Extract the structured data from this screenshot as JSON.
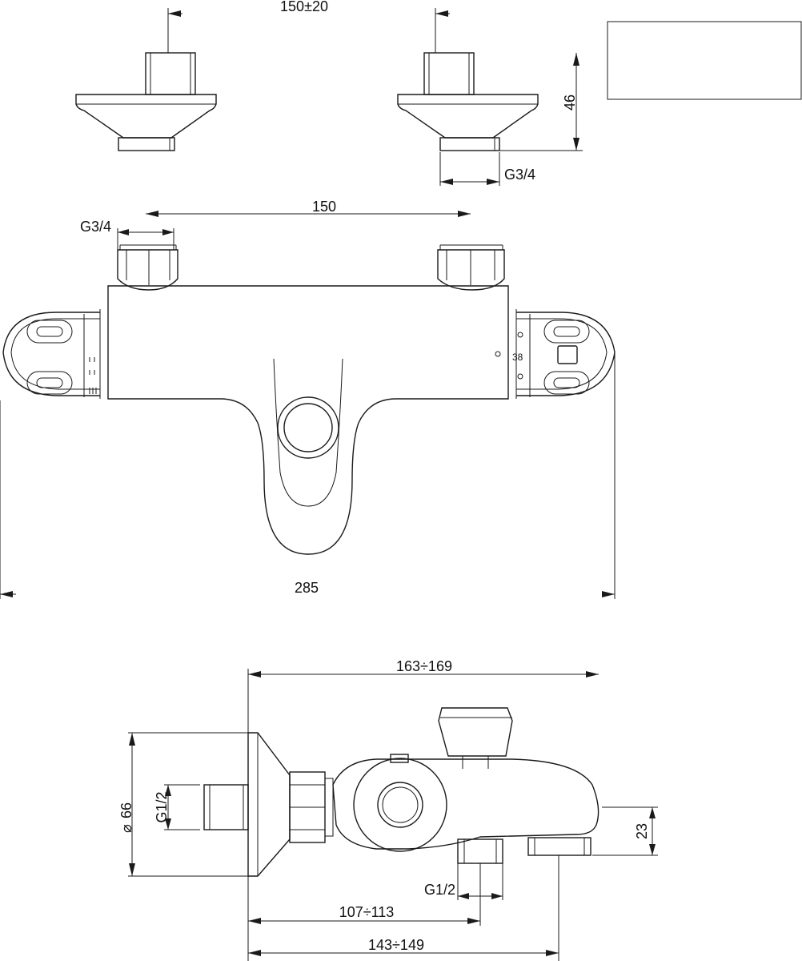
{
  "dimensions": {
    "top_spacing": "150±20",
    "top_height": "46",
    "top_thread": "G3/4",
    "front_spacing": "150",
    "front_thread": "G3/4",
    "front_width": "285",
    "temp_mark": "38",
    "side_total_reach": "163÷169",
    "side_diameter": "66",
    "side_diameter_symbol": "⌀",
    "side_inlet_thread": "G1/2",
    "side_spout_height": "23",
    "side_outlet_thread": "G1/2",
    "side_reach_outlet": "107÷113",
    "side_reach_spout": "143÷149"
  }
}
